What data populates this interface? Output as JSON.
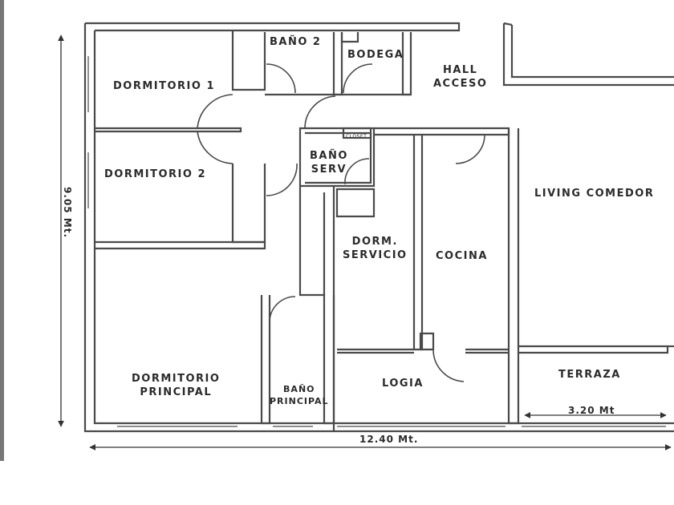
{
  "rooms": {
    "bano2": "BAÑO 2",
    "bodega": "BODEGA",
    "hall": [
      "HALL",
      "ACCESO"
    ],
    "dormitorio1": "DORMITORIO 1",
    "dormitorio2": "DORMITORIO 2",
    "closet": "CLOSET",
    "bano_serv": [
      "BAÑO",
      "SERV"
    ],
    "living": "LIVING COMEDOR",
    "dorm_servicio": [
      "DORM.",
      "SERVICIO"
    ],
    "cocina": "COCINA",
    "dormitorio_principal": [
      "DORMITORIO",
      "PRINCIPAL"
    ],
    "bano_principal": [
      "BAÑO",
      "PRINCIPAL"
    ],
    "logia": "LOGIA",
    "terraza": "TERRAZA"
  },
  "dimensions": {
    "height": "9.05 Mt.",
    "width": "12.40 Mt.",
    "terraza_width": "3.20 Mt"
  },
  "colors": {
    "wall": "#4a4a4a",
    "text": "#2b2b2b",
    "background": "#ffffff"
  }
}
